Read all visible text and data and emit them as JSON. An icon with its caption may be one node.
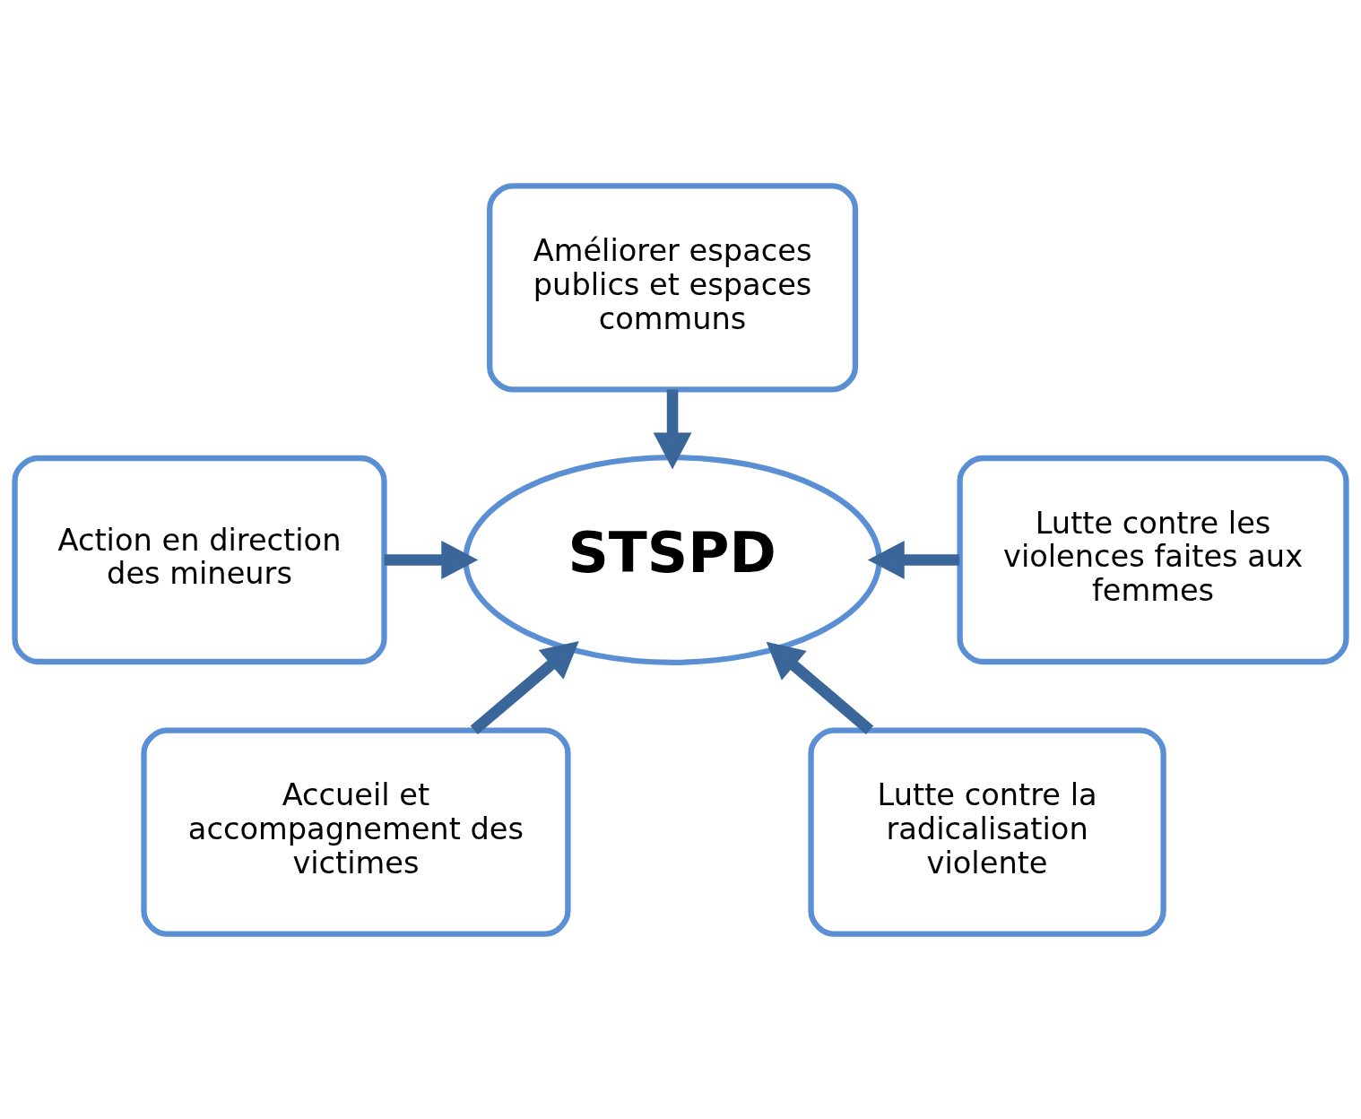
{
  "diagram": {
    "nodes": [
      {
        "text": [
          "Améliorer espaces publics et espaces communs"
        ]
      },
      {
        "text": [
          "Action en direction des mineurs"
        ]
      },
      {
        "text": [
          "STSPD"
        ]
      },
      {
        "text": [
          "Lutte contre les violences faites aux femmes"
        ]
      },
      {
        "text": [
          "Accueil et accompagnement des victimes"
        ]
      },
      {
        "text": [
          "Lutte contre la radicalisation violente"
        ]
      }
    ],
    "edges": [
      {
        "from": 0,
        "to": 2,
        "arrow": "to"
      },
      {
        "from": 1,
        "to": 2,
        "arrow": "to"
      },
      {
        "from": 3,
        "to": 2,
        "arrow": "to"
      },
      {
        "from": 4,
        "to": 2,
        "arrow": "to"
      },
      {
        "from": 5,
        "to": 2,
        "arrow": "to"
      }
    ]
  }
}
